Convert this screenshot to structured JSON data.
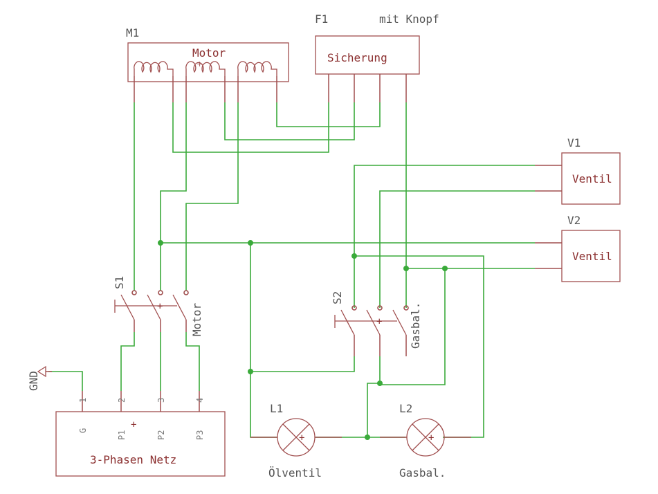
{
  "components": {
    "m1": {
      "ref": "M1",
      "value": "Motor"
    },
    "f1": {
      "ref": "F1",
      "value": "mit Knopf",
      "label": "Sicherung"
    },
    "v1": {
      "ref": "V1",
      "label": "Ventil"
    },
    "v2": {
      "ref": "V2",
      "label": "Ventil"
    },
    "s1": {
      "ref": "S1",
      "value": "Motor"
    },
    "s2": {
      "ref": "S2",
      "value": "Gasbal."
    },
    "l1": {
      "ref": "L1",
      "value": "Ölventil"
    },
    "l2": {
      "ref": "L2",
      "value": "Gasbal."
    },
    "gnd": {
      "label": "GND"
    },
    "supply": {
      "label": "3-Phasen Netz",
      "pin_numbers": [
        "1",
        "2",
        "3",
        "4"
      ],
      "pin_names": [
        "G",
        "P1",
        "P2",
        "P3"
      ]
    }
  },
  "symbols": {
    "origin_mark": "+"
  }
}
